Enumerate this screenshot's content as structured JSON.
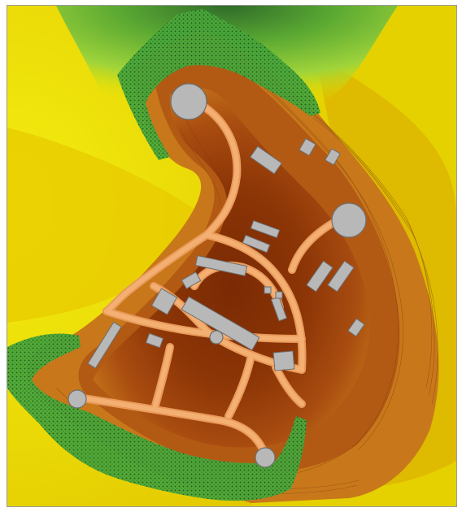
{
  "map": {
    "kind": "terrain-elevation-site-plan",
    "colors": {
      "lowland_yellow": "#f2ec00",
      "mid_yellow": "#e6d000",
      "gold": "#d9a800",
      "orange": "#c8781a",
      "rust": "#a84c10",
      "dark_rust": "#8c3506",
      "deep_red": "#7a2a04",
      "green_valley_light": "#9fd43a",
      "green_valley_dark": "#2f6b2a",
      "green_hatch": "#3e9a2e",
      "road": "#f4b072",
      "road_edge": "#e89a5a",
      "building": "#b8b8b8",
      "building_edge": "#6e6e6e",
      "contour": "#7a3a10"
    },
    "features": {
      "roads": "road-network",
      "buildings": "building-footprints",
      "towers": "circular-structures",
      "vegetation": "hatched-green-slopes"
    }
  }
}
